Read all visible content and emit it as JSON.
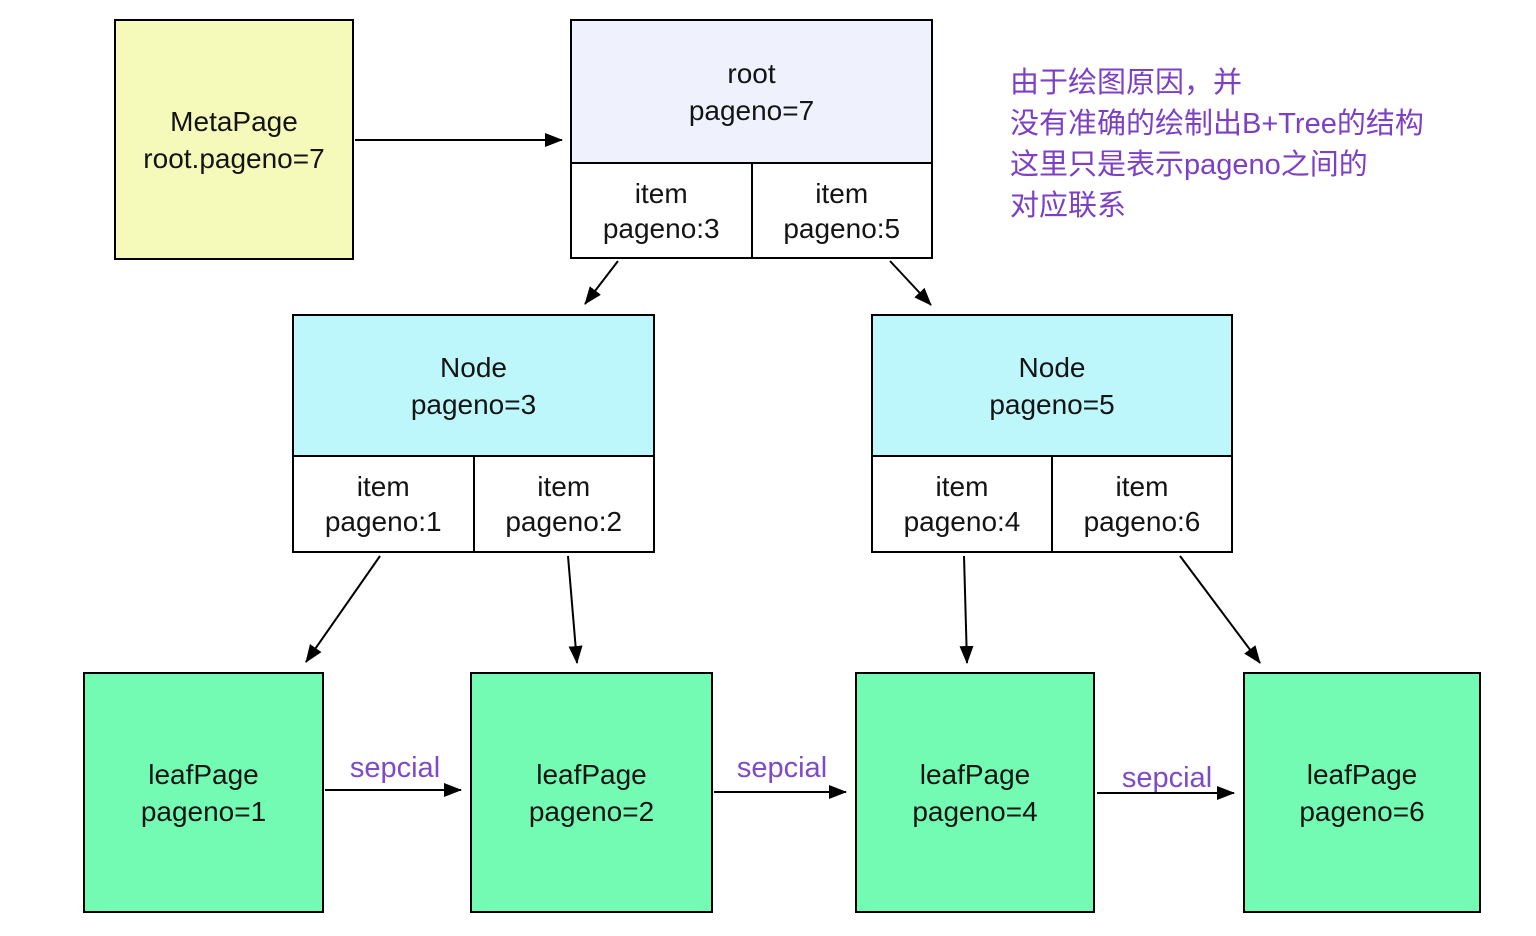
{
  "annotation": {
    "color": "#7d3fc4",
    "lines": [
      "由于绘图原因，并",
      "没有准确的绘制出B+Tree的结构",
      "这里只是表示pageno之间的",
      "对应联系"
    ]
  },
  "meta_page": {
    "fill": "#f5f9ba",
    "lines": [
      "MetaPage",
      "root.pageno=7"
    ]
  },
  "root_page": {
    "fill": "#eff2fc",
    "title": [
      "root",
      "pageno=7"
    ],
    "items": [
      [
        "item",
        "pageno:3"
      ],
      [
        "item",
        "pageno:5"
      ]
    ]
  },
  "nodes": [
    {
      "fill": "#bdf7fb",
      "title": [
        "Node",
        "pageno=3"
      ],
      "items": [
        [
          "item",
          "pageno:1"
        ],
        [
          "item",
          "pageno:2"
        ]
      ]
    },
    {
      "fill": "#bdf7fb",
      "title": [
        "Node",
        "pageno=5"
      ],
      "items": [
        [
          "item",
          "pageno:4"
        ],
        [
          "item",
          "pageno:6"
        ]
      ]
    }
  ],
  "leaf_pages": [
    {
      "fill": "#74fbb3",
      "lines": [
        "leafPage",
        "pageno=1"
      ]
    },
    {
      "fill": "#74fbb3",
      "lines": [
        "leafPage",
        "pageno=2"
      ]
    },
    {
      "fill": "#74fbb3",
      "lines": [
        "leafPage",
        "pageno=4"
      ]
    },
    {
      "fill": "#74fbb3",
      "lines": [
        "leafPage",
        "pageno=6"
      ]
    }
  ],
  "leaf_links": [
    {
      "label": "sepcial",
      "color": "#7d4bc7"
    },
    {
      "label": "sepcial",
      "color": "#7d4bc7"
    },
    {
      "label": "sepcial",
      "color": "#7d4bc7"
    }
  ],
  "line_color": "#000000"
}
